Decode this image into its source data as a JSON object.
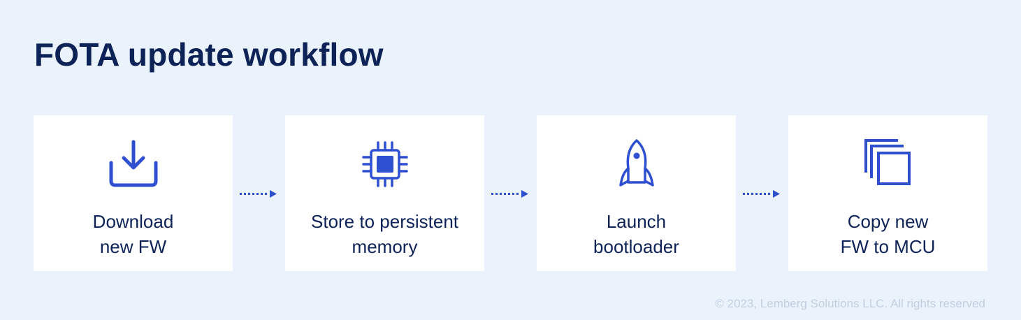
{
  "title": "FOTA update workflow",
  "steps": [
    {
      "icon": "download-icon",
      "line1": "Download",
      "line2": "new FW"
    },
    {
      "icon": "chip-icon",
      "line1": "Store to persistent",
      "line2": "memory"
    },
    {
      "icon": "rocket-icon",
      "line1": "Launch",
      "line2": "bootloader"
    },
    {
      "icon": "copy-icon",
      "line1": "Copy new",
      "line2": "FW to MCU"
    }
  ],
  "copyright": "© 2023, Lemberg Solutions LLC. All rights reserved",
  "colors": {
    "background": "#eaf2fc",
    "card": "#ffffff",
    "text": "#0d2358",
    "accent": "#2f4fd1",
    "muted": "#c3cfe0"
  }
}
